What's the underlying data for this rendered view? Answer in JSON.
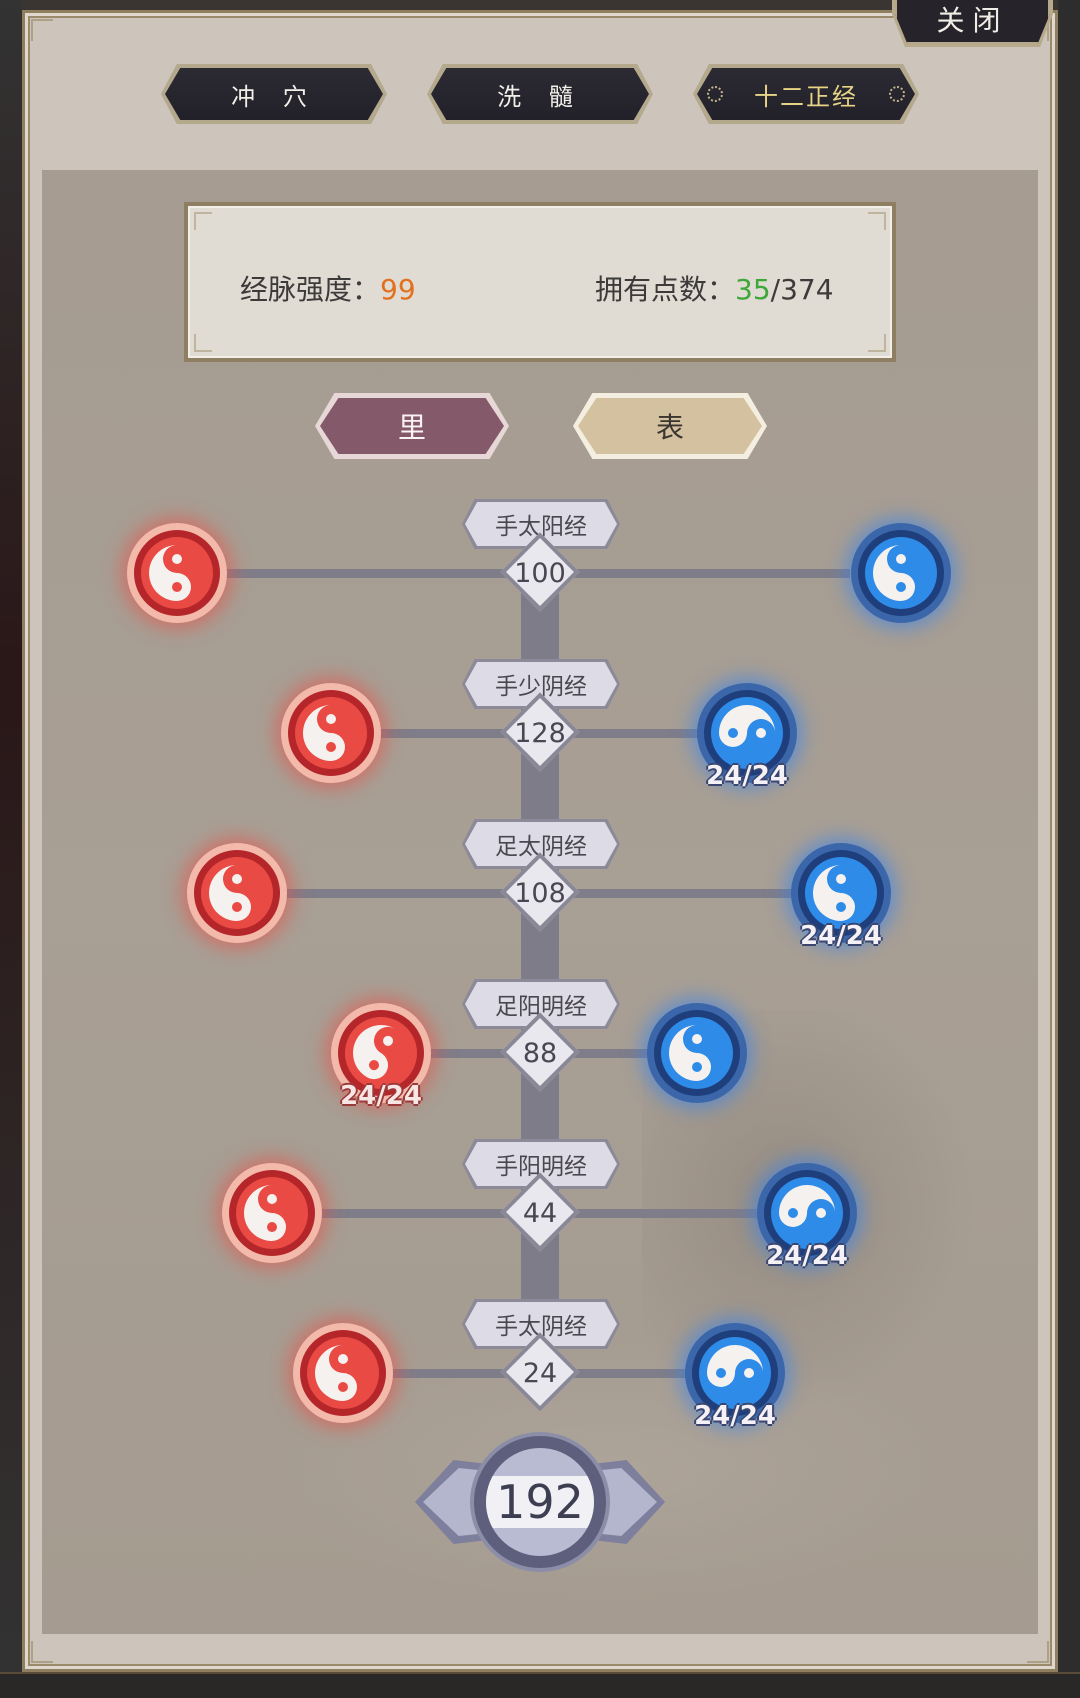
{
  "window": {
    "close_label": "关闭"
  },
  "tabs": [
    {
      "label": "冲 穴",
      "active": false
    },
    {
      "label": "洗 髓",
      "active": false
    },
    {
      "label": "十二正经",
      "active": true
    }
  ],
  "stats": {
    "strength_label": "经脉强度：",
    "strength_value": "99",
    "points_label": "拥有点数：",
    "points_current": "35",
    "points_total": "/374"
  },
  "side_toggle": {
    "li_label": "里",
    "biao_label": "表",
    "selected": "里"
  },
  "meridians": [
    {
      "name": "手太阳经",
      "value": "100",
      "left_count": "",
      "right_count": ""
    },
    {
      "name": "手少阴经",
      "value": "128",
      "left_count": "",
      "right_count": "24/24"
    },
    {
      "name": "足太阴经",
      "value": "108",
      "left_count": "",
      "right_count": "24/24"
    },
    {
      "name": "足阳明经",
      "value": "88",
      "left_count": "24/24",
      "right_count": ""
    },
    {
      "name": "手阳明经",
      "value": "44",
      "left_count": "",
      "right_count": "24/24"
    },
    {
      "name": "手太阴经",
      "value": "24",
      "left_count": "",
      "right_count": "24/24"
    }
  ],
  "total": {
    "value": "192"
  },
  "colors": {
    "yin_node": "#ea4a44",
    "yang_node": "#2f8be8",
    "strength_value": "#e2711f",
    "points_current": "#3da73a",
    "li_active": "#84596a",
    "biao": "#d3c1a0"
  }
}
